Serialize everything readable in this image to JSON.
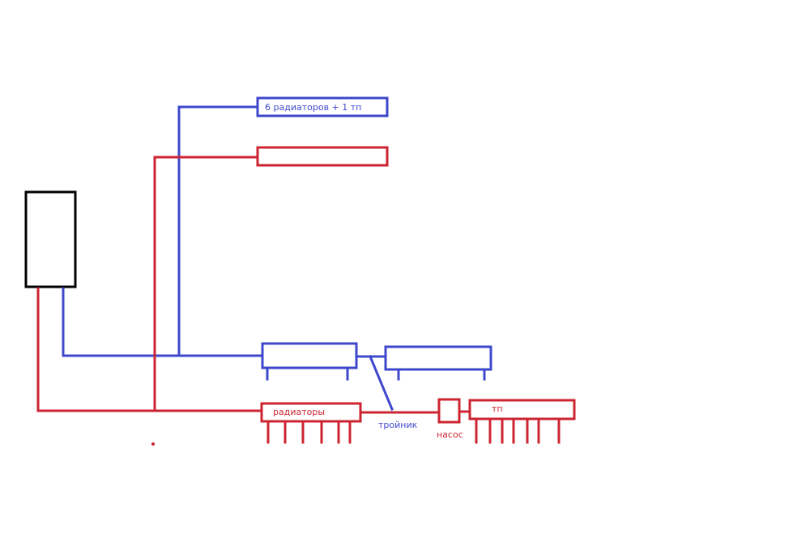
{
  "labels": {
    "upper_radiator_group": "6 радиаторов + 1 тп",
    "radiators": "радиаторы",
    "tee": "тройник",
    "pump": "насос",
    "underfloor": "тп"
  },
  "colors": {
    "supply": "#cc2531",
    "return": "#3f48cc",
    "boiler": "#000000",
    "background": "#ffffff"
  }
}
